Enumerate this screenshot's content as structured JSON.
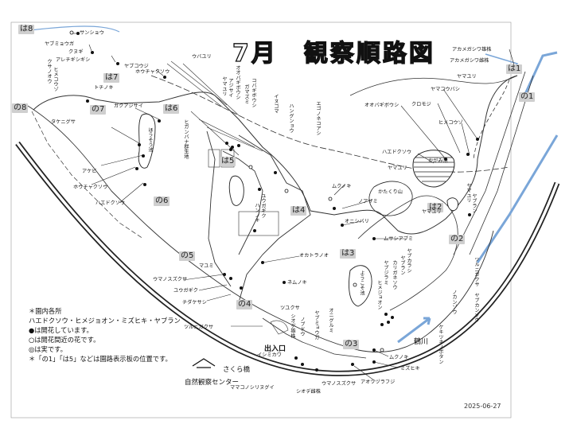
{
  "title": "7月　観察順路図",
  "date": "2025-06-27",
  "entrance": "出入口",
  "sakura_bridge": "さくら橋",
  "center": "自然観察センター",
  "river": "鶴川",
  "legend": [
    "＊園内各所",
    "ハエドクソウ・ヒメジョオン・ミズヒキ・ヤブラン",
    "●は開花しています。",
    "○は開花間近の花です。",
    "◎は実です。",
    "＊「の1」「は5」などは園路表示板の位置です。"
  ],
  "signs": [
    "は8",
    "の8",
    "は7",
    "の7",
    "は6",
    "は5",
    "の6",
    "の5",
    "は4",
    "は3",
    "の4",
    "の3",
    "は2",
    "の2",
    "は1",
    "の1"
  ],
  "plants_h": [
    "サンショウ",
    "ヤブミョウガ",
    "クヌギ",
    "アレチギシギシ",
    "ヤブコウジ",
    "ホウチャクソウ",
    "トチノキ",
    "ガクアジサイ",
    "ウバユリ",
    "タケニグサ",
    "アケビ",
    "ホウチャクソウ",
    "ハエドクソウ",
    "マユミ",
    "ウマノスズクサ",
    "ユウガギク",
    "チダケサシ",
    "ツルニガクサ",
    "ツユクサ",
    "ネムノキ",
    "オカトラノオ",
    "ムクノキ",
    "ノアザミ",
    "オニシバリ",
    "ムサシアブミ",
    "アカメガシワ雄株",
    "アカメガシワ雌株",
    "ヤマユリ",
    "ヤマユリ",
    "ヤマコウバシ",
    "オオバギボウシ",
    "クロモジ",
    "ヒメコウゾ",
    "ハエドクソウ",
    "ヤマユリ",
    "かがみ池",
    "かたくり山",
    "ムクノキ",
    "ミズヒキ",
    "アオツヅラフジ",
    "ウマノスズクサ",
    "シオデ雌株",
    "イシミカワ",
    "ママコノシリヌグイ"
  ],
  "plants_v": [
    "ヒメコウゾ",
    "クサノオウ",
    "ヒガンバナ群生地",
    "ヤマユリ",
    "アジサイ",
    "オオバギボウシ",
    "ガマズミ",
    "コバギボウシ",
    "イヌゴマ",
    "ハングンョウ",
    "エゴノネコアシ",
    "ユウガギク",
    "ハンノキ",
    "ツルニガクサ",
    "ノカンゾウ",
    "ヤブカンゾウ",
    "ケキツネノボタン",
    "ヤブカラシ",
    "ヤブラン",
    "ヤブジラミ",
    "カリガネソウ",
    "ヒメジョオン",
    "オニグルミ",
    "ヤブミョウガ",
    "ノブドウ",
    "シオデ雄株",
    "ようこそ池",
    "ほうそう池",
    "ヤマユリ",
    "ヤブラン"
  ],
  "colors": {
    "ink": "#1a1a1a",
    "river": "#7aa6d8",
    "sign_bg": "#cfcfcf"
  },
  "icons": [
    "house-icon",
    "arrow-icon",
    "north-arrow-icon"
  ]
}
